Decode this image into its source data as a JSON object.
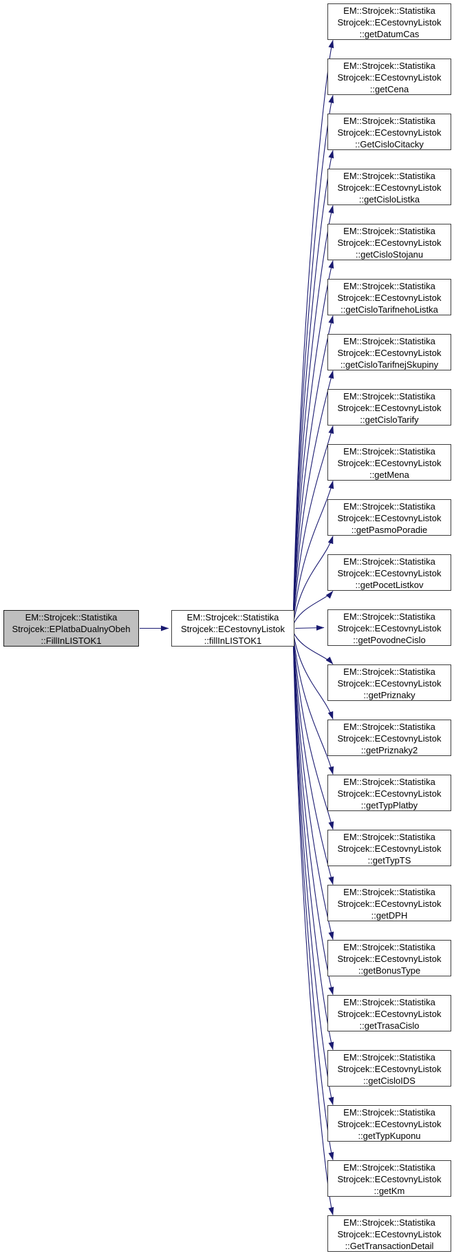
{
  "diagram": {
    "caller": {
      "line1": "EM::Strojcek::Statistika",
      "line2": "Strojcek::EPlatbaDualnyObeh",
      "line3": "::FillInLISTOK1"
    },
    "main": {
      "line1": "EM::Strojcek::Statistika",
      "line2": "Strojcek::ECestovnyListok",
      "line3": "::fillInLISTOK1"
    },
    "callee_line1": "EM::Strojcek::Statistika",
    "callee_line2": "Strojcek::ECestovnyListok",
    "callees": [
      {
        "method": "::getDatumCas"
      },
      {
        "method": "::getCena"
      },
      {
        "method": "::GetCisloCitacky"
      },
      {
        "method": "::getCisloListka"
      },
      {
        "method": "::getCisloStojanu"
      },
      {
        "method": "::getCisloTarifnehoListka"
      },
      {
        "method": "::getCisloTarifnejSkupiny"
      },
      {
        "method": "::getCisloTarify"
      },
      {
        "method": "::getMena"
      },
      {
        "method": "::getPasmoPoradie"
      },
      {
        "method": "::getPocetListkov"
      },
      {
        "method": "::getPovodneCislo"
      },
      {
        "method": "::getPriznaky"
      },
      {
        "method": "::getPriznaky2"
      },
      {
        "method": "::getTypPlatby"
      },
      {
        "method": "::getTypTS"
      },
      {
        "method": "::getDPH"
      },
      {
        "method": "::getBonusType"
      },
      {
        "method": "::getTrasaCislo"
      },
      {
        "method": "::getCisloIDS"
      },
      {
        "method": "::getTypKuponu"
      },
      {
        "method": "::getKm"
      },
      {
        "method": "::GetTransactionDetail"
      }
    ],
    "colors": {
      "edge": "#191970",
      "caller_fill": "#bfbfbf",
      "node_fill": "#ffffff",
      "border": "#3d3d3d"
    }
  }
}
